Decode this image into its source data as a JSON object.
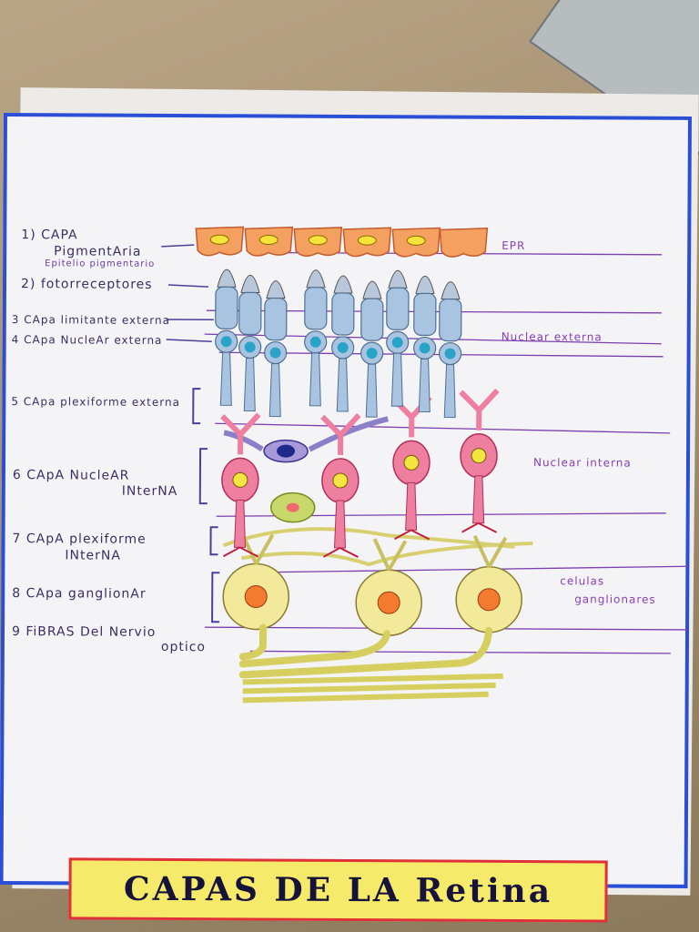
{
  "title": "CAPAS DE LA Retina",
  "layers": [
    {
      "num": "1",
      "lines": [
        "CAPA",
        "PigmentAria"
      ],
      "sub": "Epitelio pigmentario"
    },
    {
      "num": "2",
      "lines": [
        "fotorreceptores"
      ]
    },
    {
      "num": "3",
      "lines": [
        "CApa limitante externa"
      ]
    },
    {
      "num": "4",
      "lines": [
        "CApa NucleAr externa"
      ]
    },
    {
      "num": "5",
      "lines": [
        "CApa plexiforme externa"
      ]
    },
    {
      "num": "6",
      "lines": [
        "CApA NucleAR",
        "INterNA"
      ]
    },
    {
      "num": "7",
      "lines": [
        "CApA plexiforme",
        "INterNA"
      ]
    },
    {
      "num": "8",
      "lines": [
        "CApa ganglionAr"
      ]
    },
    {
      "num": "9",
      "lines": [
        "FiBRAS Del Nervio",
        "optico"
      ]
    }
  ],
  "regions": [
    "EPR",
    "Nuclear externa",
    "Nuclear interna",
    "celulas",
    "ganglionares"
  ],
  "colors": {
    "border": "#2a4fd6",
    "epithelium": "#f3a060",
    "rod": "#a9c4e0",
    "bipolar": "#ee7fa0",
    "ganglion": "#f2ea9a",
    "titlebg": "#f6ea6a",
    "titleborder": "#e0303a"
  }
}
